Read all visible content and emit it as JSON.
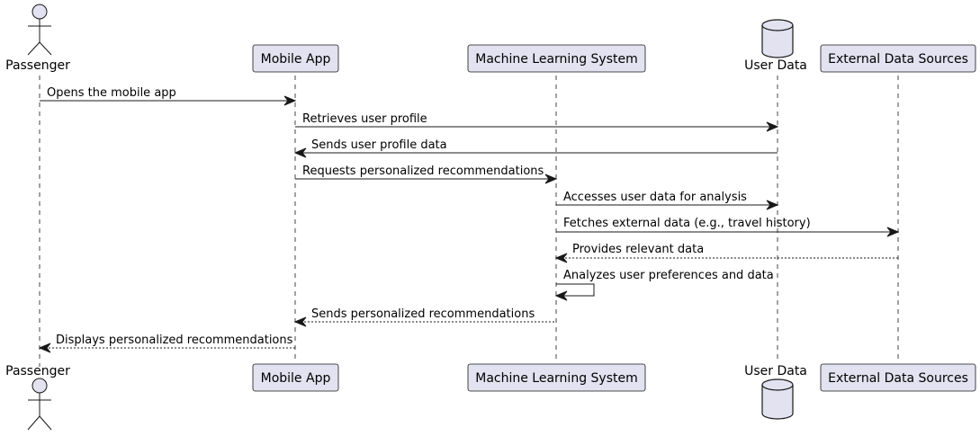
{
  "participants": [
    {
      "id": "passenger",
      "label": "Passenger",
      "kind": "actor"
    },
    {
      "id": "mobile_app",
      "label": "Mobile App",
      "kind": "participant"
    },
    {
      "id": "ml_system",
      "label": "Machine Learning System",
      "kind": "participant"
    },
    {
      "id": "user_data",
      "label": "User Data",
      "kind": "database"
    },
    {
      "id": "external",
      "label": "External Data Sources",
      "kind": "participant"
    }
  ],
  "messages": [
    {
      "from": "passenger",
      "to": "mobile_app",
      "label": "Opens the mobile app",
      "style": "solid"
    },
    {
      "from": "mobile_app",
      "to": "user_data",
      "label": "Retrieves user profile",
      "style": "solid"
    },
    {
      "from": "user_data",
      "to": "mobile_app",
      "label": "Sends user profile data",
      "style": "solid"
    },
    {
      "from": "mobile_app",
      "to": "ml_system",
      "label": "Requests personalized recommendations",
      "style": "solid"
    },
    {
      "from": "ml_system",
      "to": "user_data",
      "label": "Accesses user data for analysis",
      "style": "solid"
    },
    {
      "from": "ml_system",
      "to": "external",
      "label": "Fetches external data (e.g., travel history)",
      "style": "solid"
    },
    {
      "from": "external",
      "to": "ml_system",
      "label": "Provides relevant data",
      "style": "dashed"
    },
    {
      "from": "ml_system",
      "to": "ml_system",
      "label": "Analyzes user preferences and data",
      "style": "solid"
    },
    {
      "from": "ml_system",
      "to": "mobile_app",
      "label": "Sends personalized recommendations",
      "style": "dashed"
    },
    {
      "from": "mobile_app",
      "to": "passenger",
      "label": "Displays personalized recommendations",
      "style": "dashed"
    }
  ],
  "colors": {
    "participant_fill": "#E2E2F0",
    "stroke": "#181818",
    "background": "#FFFFFF"
  }
}
